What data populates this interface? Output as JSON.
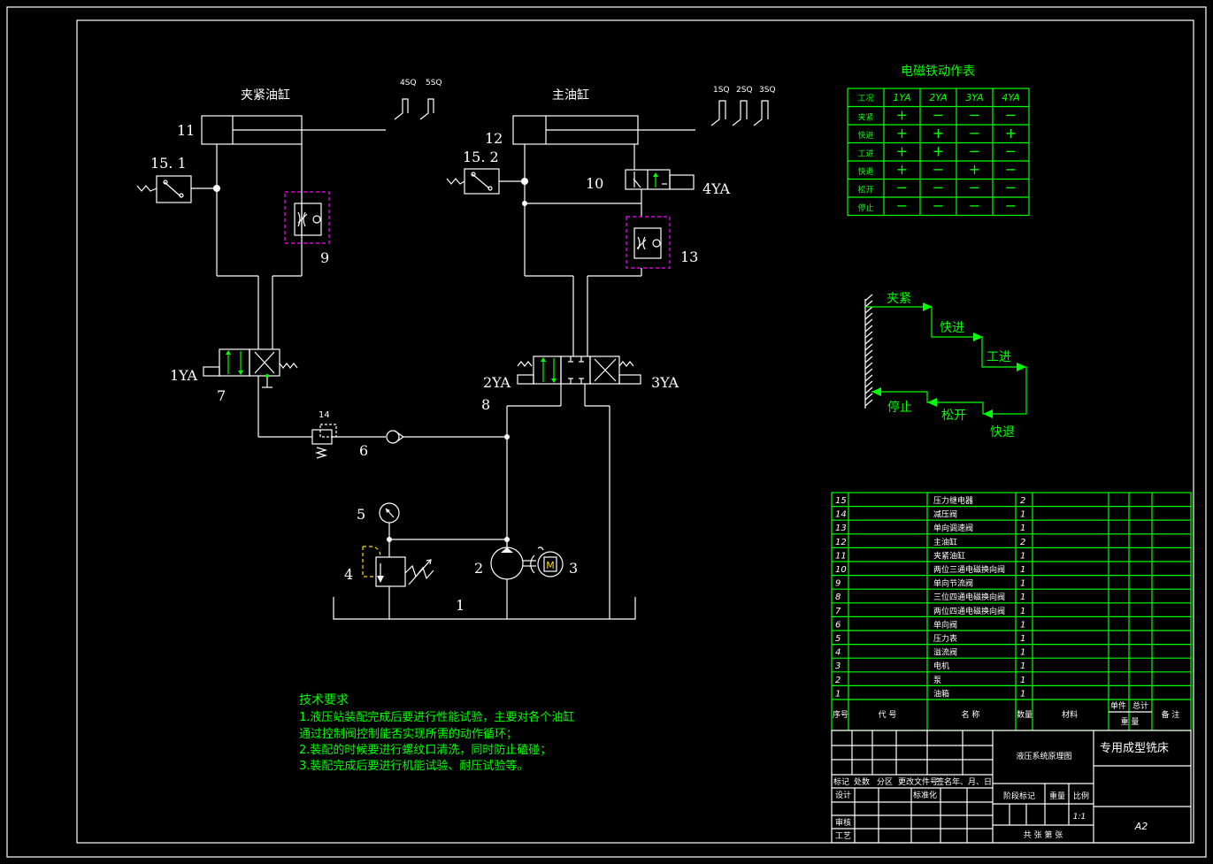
{
  "schematic": {
    "clamp_cylinder_label": "夹紧油缸",
    "main_cylinder_label": "主油缸",
    "numbers": [
      "11",
      "15. 1",
      "9",
      "1YA",
      "7",
      "12",
      "15. 2",
      "10",
      "4YA",
      "13",
      "2YA",
      "3YA",
      "8",
      "14",
      "6",
      "5",
      "4",
      "2",
      "3",
      "1"
    ],
    "limit_switches_left": [
      "4SQ",
      "5SQ"
    ],
    "limit_switches_right": [
      "1SQ",
      "2SQ",
      "3SQ"
    ],
    "motor_glyph": "M"
  },
  "solenoid_table": {
    "title": "电磁铁动作表",
    "headers": [
      "工况",
      "1YA",
      "2YA",
      "3YA",
      "4YA"
    ],
    "rows": [
      [
        "夹紧",
        "+",
        "−",
        "−",
        "−"
      ],
      [
        "快进",
        "+",
        "+",
        "−",
        "+"
      ],
      [
        "工进",
        "+",
        "+",
        "−",
        "−"
      ],
      [
        "快退",
        "+",
        "−",
        "+",
        "−"
      ],
      [
        "松开",
        "−",
        "−",
        "−",
        "−"
      ],
      [
        "停止",
        "−",
        "−",
        "−",
        "−"
      ]
    ]
  },
  "cycle_diagram": {
    "steps": [
      "夹紧",
      "快进",
      "工进",
      "快退",
      "松开",
      "停止"
    ]
  },
  "tech_requirements": {
    "title": "技术要求",
    "lines": [
      "1.液压站装配完成后要进行性能试验，主要对各个油缸",
      "通过控制阀控制能否实现所需的动作循环；",
      "2.装配的时候要进行螺纹口清洗，同时防止磕碰；",
      "3.装配完成后要进行机能试验、耐压试验等。"
    ]
  },
  "parts_list": {
    "rows": [
      [
        "15",
        "压力继电器",
        "2"
      ],
      [
        "14",
        "减压阀",
        "1"
      ],
      [
        "13",
        "单向调速阀",
        "1"
      ],
      [
        "12",
        "主油缸",
        "2"
      ],
      [
        "11",
        "夹紧油缸",
        "1"
      ],
      [
        "10",
        "两位三通电磁换向阀",
        "1"
      ],
      [
        "9",
        "单向节流阀",
        "1"
      ],
      [
        "8",
        "三位四通电磁换向阀",
        "1"
      ],
      [
        "7",
        "两位四通电磁换向阀",
        "1"
      ],
      [
        "6",
        "单向阀",
        "1"
      ],
      [
        "5",
        "压力表",
        "1"
      ],
      [
        "4",
        "溢流阀",
        "1"
      ],
      [
        "3",
        "电机",
        "1"
      ],
      [
        "2",
        "泵",
        "1"
      ],
      [
        "1",
        "油箱",
        "1"
      ]
    ],
    "header": [
      "序号",
      "代  号",
      "名  称",
      "数量",
      "材料",
      "单件",
      "总计",
      "重  量",
      "备  注"
    ]
  },
  "title_block": {
    "drawing_name": "液压系统原理图",
    "machine_name": "专用成型铣床",
    "rev_labels": [
      "标记",
      "处数",
      "分区",
      "更改文件号",
      "签名",
      "年、月、日"
    ],
    "design": "设计",
    "standard": "标准化",
    "stage": "阶段标记",
    "weight": "重量",
    "scale_label": "比例",
    "scale": "1:1",
    "review": "审核",
    "process": "工艺",
    "sheets": "共  张  第  张",
    "size": "A2"
  },
  "colors": {
    "line": "#ffffff",
    "green": "#00ff00",
    "magenta": "#ff00ff",
    "yellow": "#ffd800",
    "background": "#000000"
  }
}
